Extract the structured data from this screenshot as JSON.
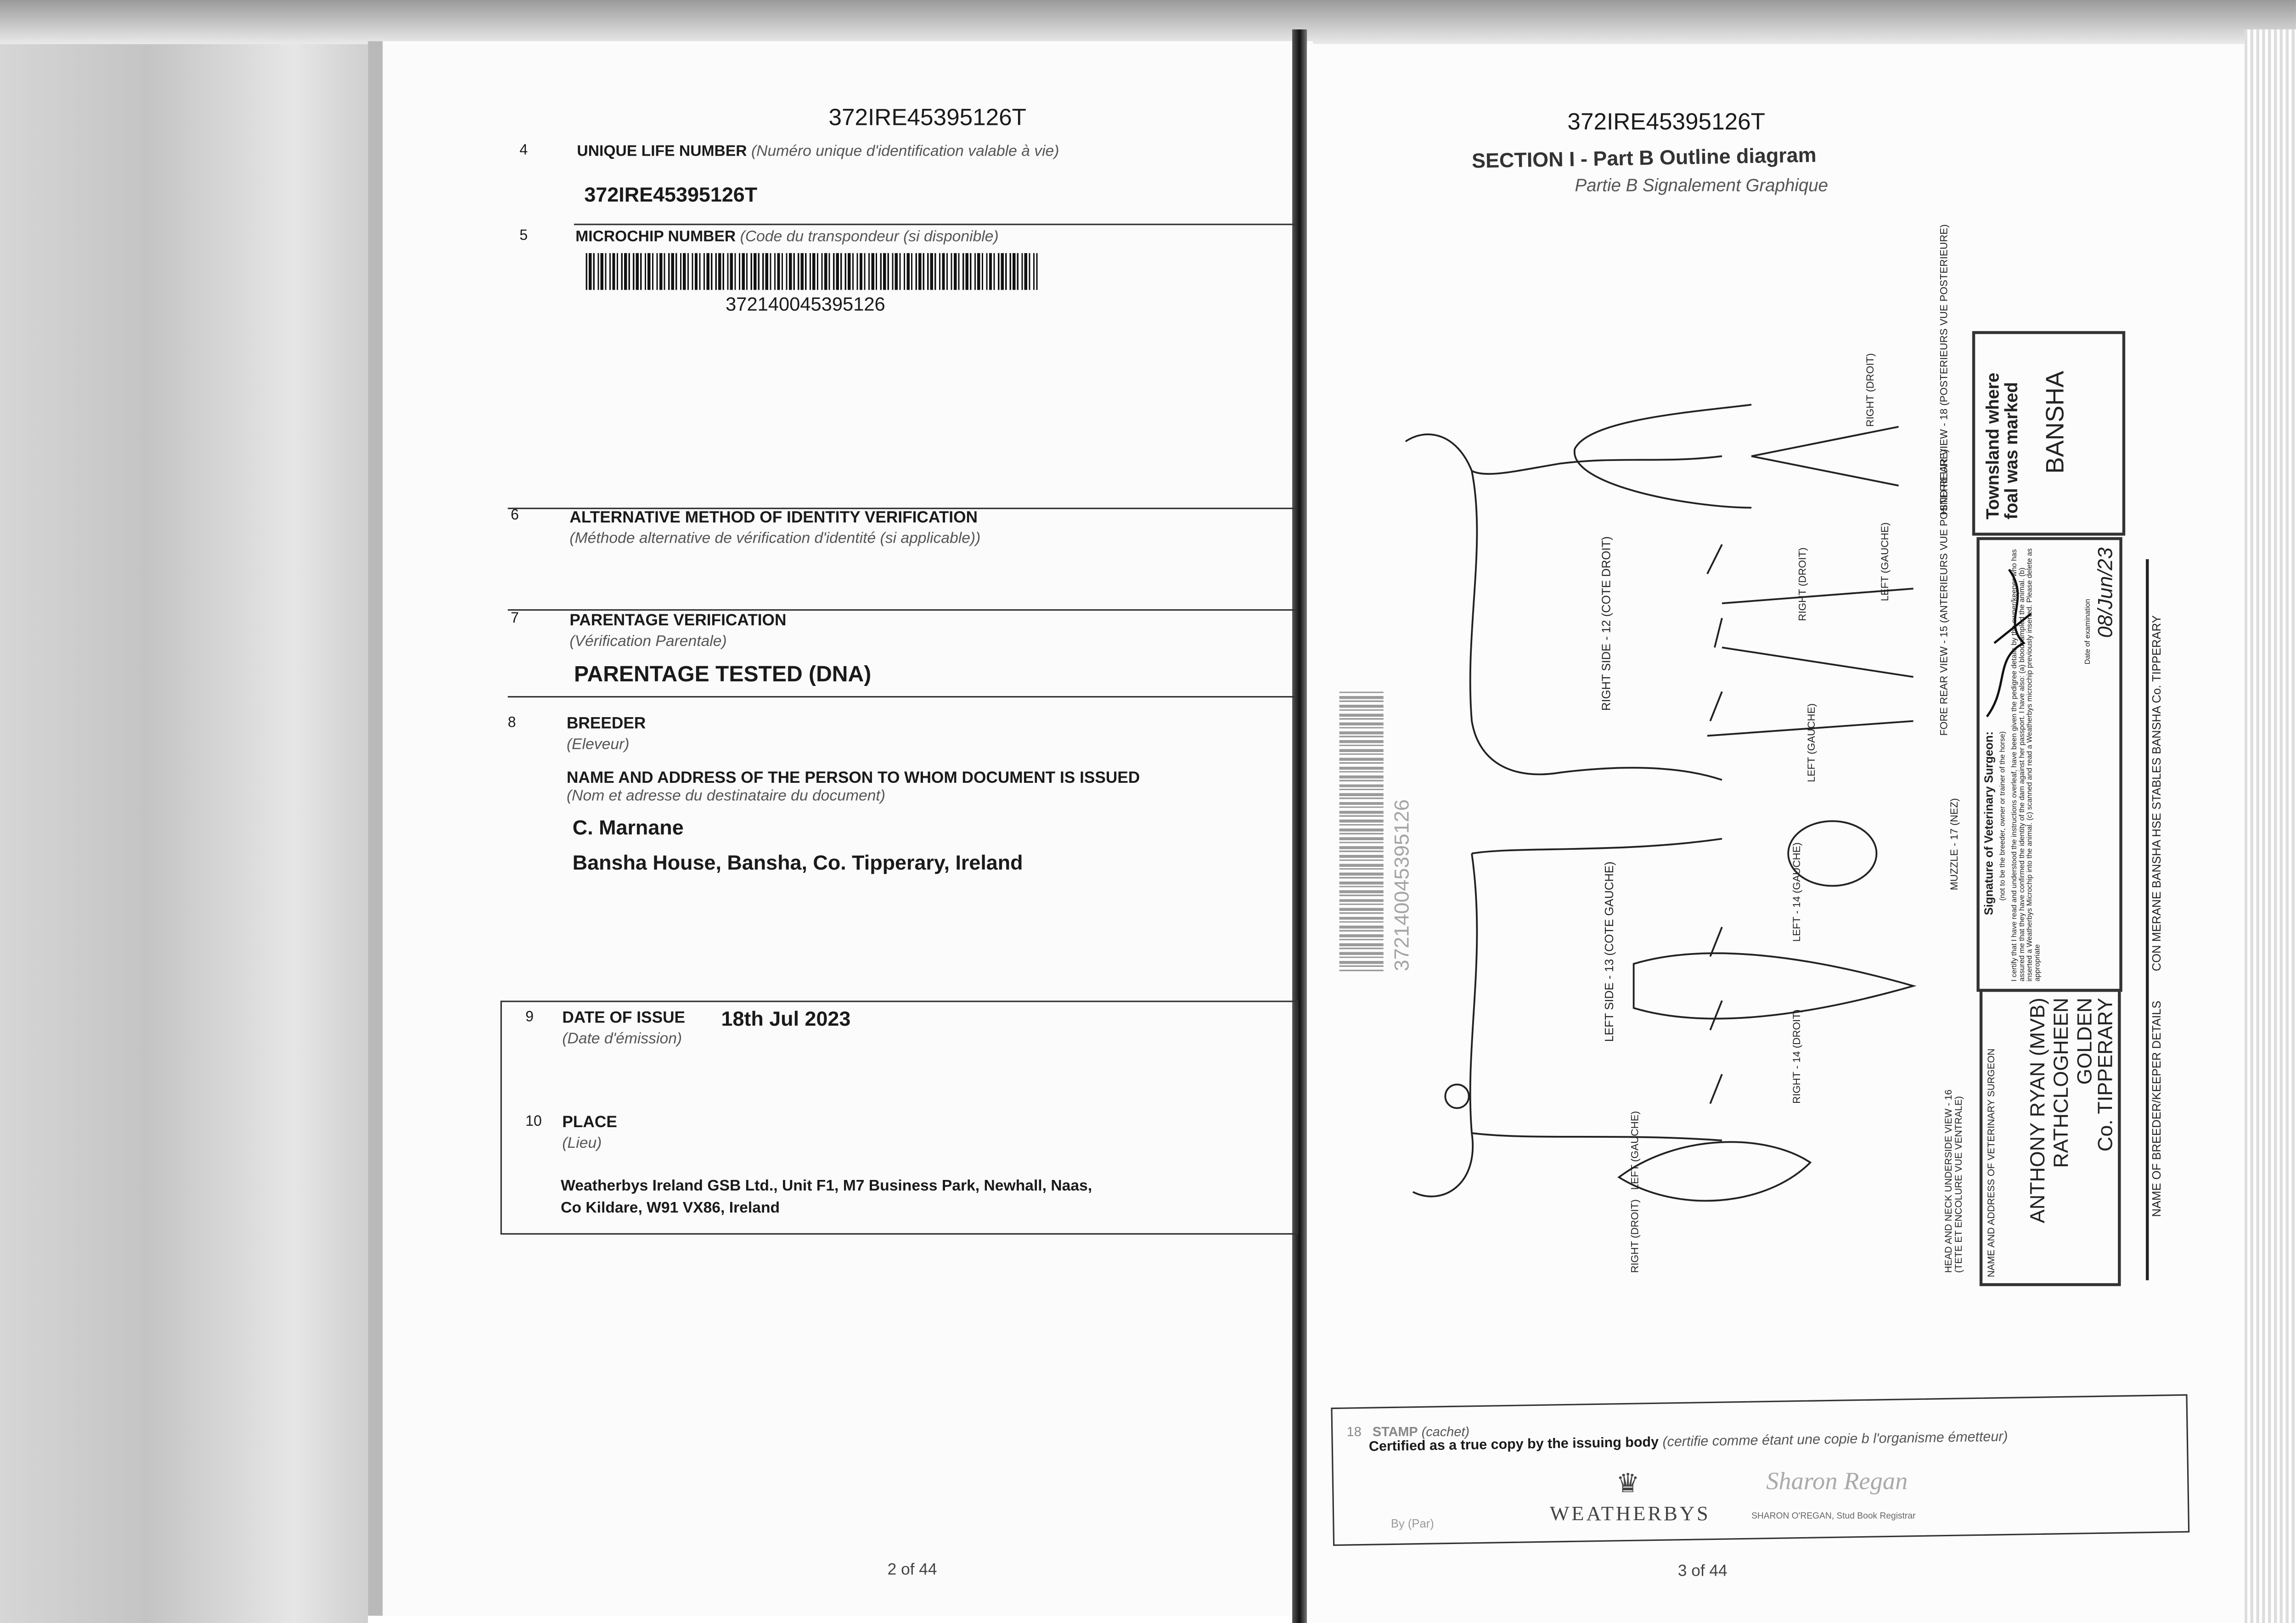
{
  "left_page": {
    "header_id": "372IRE45395126T",
    "s4": {
      "num": "4",
      "label": "UNIQUE LIFE NUMBER",
      "label_fr": "(Numéro unique d'identification valable à vie)",
      "value": "372IRE45395126T"
    },
    "s5": {
      "num": "5",
      "label": "MICROCHIP NUMBER",
      "label_fr": "(Code du transpondeur (si disponible)",
      "value": "372140045395126"
    },
    "s6": {
      "num": "6",
      "label": "ALTERNATIVE METHOD OF IDENTITY VERIFICATION",
      "label_fr": "(Méthode alternative de vérification d'identité (si applicable))"
    },
    "s7": {
      "num": "7",
      "label": "PARENTAGE VERIFICATION",
      "label_fr": "(Vérification Parentale)",
      "value": "PARENTAGE TESTED (DNA)"
    },
    "s8": {
      "num": "8",
      "label": "BREEDER",
      "label_fr": "(Eleveur)",
      "label2": "NAME AND ADDRESS OF THE PERSON TO WHOM DOCUMENT IS ISSUED",
      "label2_fr": "(Nom et adresse du destinataire du document)",
      "name": "C. Marnane",
      "address": "Bansha House, Bansha, Co. Tipperary, Ireland"
    },
    "s9": {
      "num": "9",
      "label": "DATE OF ISSUE",
      "label_fr": "(Date d'émission)",
      "value": "18th Jul 2023"
    },
    "s10": {
      "num": "10",
      "label": "PLACE",
      "label_fr": "(Lieu)",
      "line1": "Weatherbys Ireland GSB Ltd., Unit F1, M7 Business Park, Newhall, Naas,",
      "line2": "Co Kildare, W91 VX86, Ireland"
    },
    "page_number": "2 of 44"
  },
  "right_page": {
    "header_id": "372IRE45395126T",
    "title": "SECTION I - Part B Outline diagram",
    "subtitle": "Partie B Signalement Graphique",
    "diagram_labels": {
      "hind_right": "RIGHT (DROIT)",
      "hind_rear": "HIND REAR VIEW - 18 (POSTERIEURS VUE POSTERIEURE)",
      "hind_left": "LEFT (GAUCHE)",
      "fore_right": "RIGHT (DROIT)",
      "fore_rear": "FORE REAR VIEW - 15 (ANTERIEURS VUE POSTERIEURE)",
      "fore_left": "LEFT (GAUCHE)",
      "right_side": "RIGHT SIDE - 12 (COTE DROIT)",
      "muzzle": "MUZZLE - 17 (NEZ)",
      "left_side": "LEFT SIDE - 13 (COTE GAUCHE)",
      "left_14": "LEFT - 14 (GAUCHE)",
      "right_14": "RIGHT - 14 (DROIT)",
      "head_left": "LEFT (GAUCHE)",
      "head_right": "RIGHT (DROIT)",
      "head_neck": "HEAD AND NECK UNDERSIDE VIEW - 16 (TETE ET ENCOLURE VUE VENTRALE)"
    },
    "townsland": {
      "label": "Townsland where foal was marked",
      "value": "BANSHA"
    },
    "vet_signature": {
      "label": "Signature of Veterinary Surgeon:",
      "note": "(not to be the breeder, owner or trainer of the horse)",
      "text": "I certify that I have read and understood the instructions overleaf, have been given the pedigree details by the owner/keeper who has assured me that they have confirmed the identity of the dam against her passport. I have also: (a) bloodsampled the animal. (b) inserted a Weatherbys Microchip into the animal. (c) scanned and read a Weatherbys microchip previously inserted. Please delete as appropriate",
      "date_label": "Date of examination",
      "date_value": "08/Jun/23"
    },
    "vet": {
      "label": "NAME AND ADDRESS OF VETERINARY SURGEON",
      "name": "ANTHONY RYAN (MVB)",
      "addr1": "RATHCLOGHEEN",
      "addr2": "GOLDEN",
      "addr3": "Co. TIPPERARY"
    },
    "breeder_keeper": {
      "label": "NAME OF BREEDER/KEEPER DETAILS",
      "value": "CON MERANE BANSHA HSE STABLES BANSHA Co. TIPPERARY"
    },
    "ghost_barcode": "372140045395126",
    "stamp": {
      "num": "18",
      "label": "STAMP",
      "label_fr": "(cachet)",
      "cert": "Certified as a true copy by the issuing body",
      "cert_fr": "(certifie comme étant une copie b l'organisme émetteur)",
      "by": "By (Par)",
      "logo": "WEATHERBYS",
      "signature": "Sharon Regan",
      "registrar": "SHARON O'REGAN, Stud Book Registrar"
    },
    "page_number": "3 of 44"
  }
}
